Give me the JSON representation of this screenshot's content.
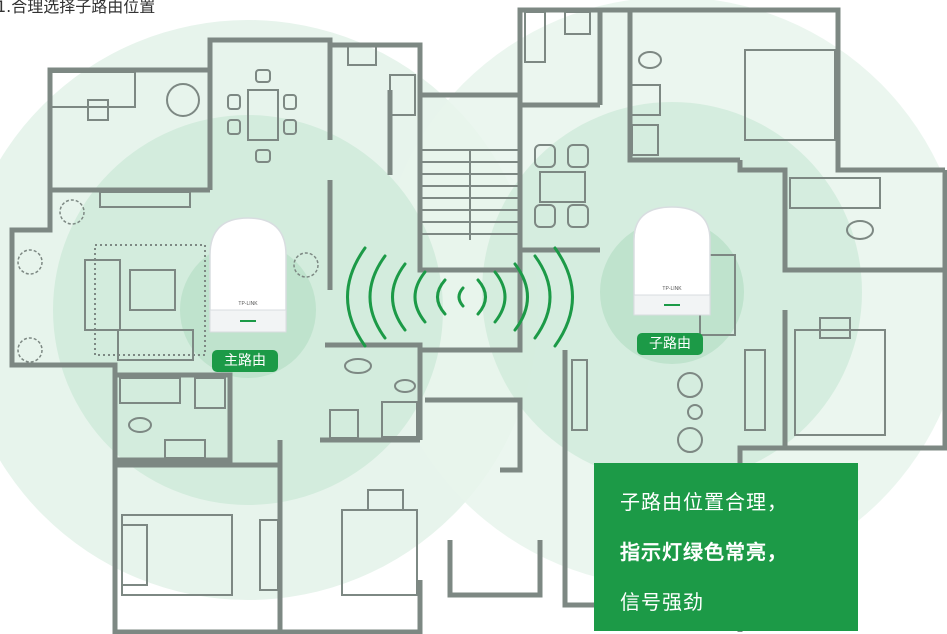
{
  "caption": "1.合理选择子路由位置",
  "main_router": {
    "label": "主路由",
    "brand": "TP-LINK"
  },
  "sub_router": {
    "label": "子路由",
    "brand": "TP-LINK"
  },
  "info_box": {
    "line1": "子路由位置合理，",
    "line2": "指示灯绿色常亮，",
    "line3": "信号强劲"
  },
  "colors": {
    "accent_green": "#1c9a47",
    "wall_gray": "#7d8883",
    "coverage_green": "#c8e8d6"
  }
}
